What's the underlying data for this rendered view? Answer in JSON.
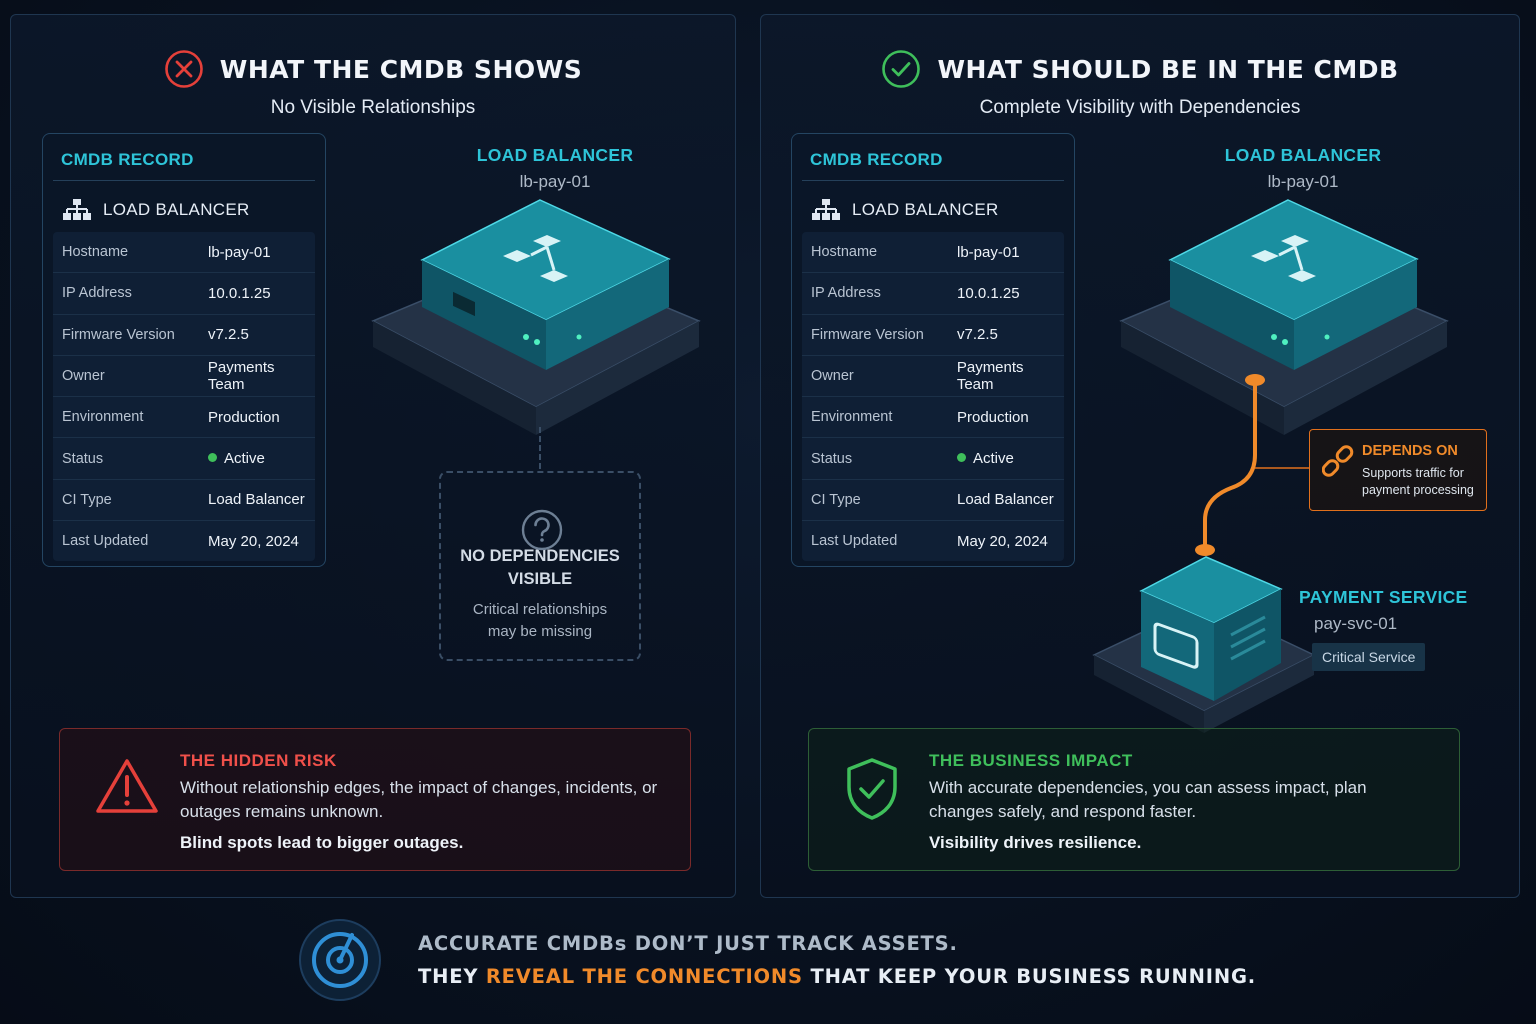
{
  "left": {
    "title": "WHAT THE CMDB SHOWS",
    "subtitle": "No Visible Relationships",
    "status_icon": "x-circle-icon",
    "record": {
      "title": "CMDB RECORD",
      "type": "LOAD BALANCER",
      "rows": [
        {
          "key": "Hostname",
          "value": "lb-pay-01"
        },
        {
          "key": "IP Address",
          "value": "10.0.1.25"
        },
        {
          "key": "Firmware Version",
          "value": "v7.2.5"
        },
        {
          "key": "Owner",
          "value": "Payments Team"
        },
        {
          "key": "Environment",
          "value": "Production"
        },
        {
          "key": "Status",
          "value": "Active"
        },
        {
          "key": "CI Type",
          "value": "Load Balancer"
        },
        {
          "key": "Last Updated",
          "value": "May 20, 2024"
        }
      ]
    },
    "device": {
      "title": "LOAD BALANCER",
      "name": "lb-pay-01"
    },
    "no_deps": {
      "title": "NO DEPENDENCIES VISIBLE",
      "subtitle": "Critical relationships may be missing"
    },
    "callout": {
      "title": "THE HIDDEN RISK",
      "body": "Without relationship edges, the impact of changes, incidents, or outages remains unknown.",
      "footer": "Blind spots lead to bigger outages."
    }
  },
  "right": {
    "title": "WHAT SHOULD BE IN THE CMDB",
    "subtitle": "Complete Visibility with Dependencies",
    "status_icon": "check-circle-icon",
    "record": {
      "title": "CMDB RECORD",
      "type": "LOAD BALANCER",
      "rows": [
        {
          "key": "Hostname",
          "value": "lb-pay-01"
        },
        {
          "key": "IP Address",
          "value": "10.0.1.25"
        },
        {
          "key": "Firmware Version",
          "value": "v7.2.5"
        },
        {
          "key": "Owner",
          "value": "Payments Team"
        },
        {
          "key": "Environment",
          "value": "Production"
        },
        {
          "key": "Status",
          "value": "Active"
        },
        {
          "key": "CI Type",
          "value": "Load Balancer"
        },
        {
          "key": "Last Updated",
          "value": "May 20, 2024"
        }
      ]
    },
    "device": {
      "title": "LOAD BALANCER",
      "name": "lb-pay-01"
    },
    "dependency": {
      "title": "DEPENDS ON",
      "description": "Supports traffic for payment processing"
    },
    "service": {
      "title": "PAYMENT SERVICE",
      "name": "pay-svc-01",
      "badge": "Critical Service"
    },
    "callout": {
      "title": "THE BUSINESS IMPACT",
      "body": "With accurate dependencies, you can assess impact, plan changes safely, and respond faster.",
      "footer": "Visibility drives resilience."
    }
  },
  "footer": {
    "line1": "ACCURATE CMDBs DON’T JUST TRACK ASSETS.",
    "line2_pre": "THEY ",
    "line2_highlight": "REVEAL THE CONNECTIONS",
    "line2_post": " THAT KEEP YOUR BUSINESS RUNNING."
  },
  "colors": {
    "accent_teal": "#2ec4d8",
    "risk_red": "#e5403a",
    "success_green": "#3fbf5b",
    "dependency_orange": "#f08a2a",
    "background": "#08111f"
  }
}
